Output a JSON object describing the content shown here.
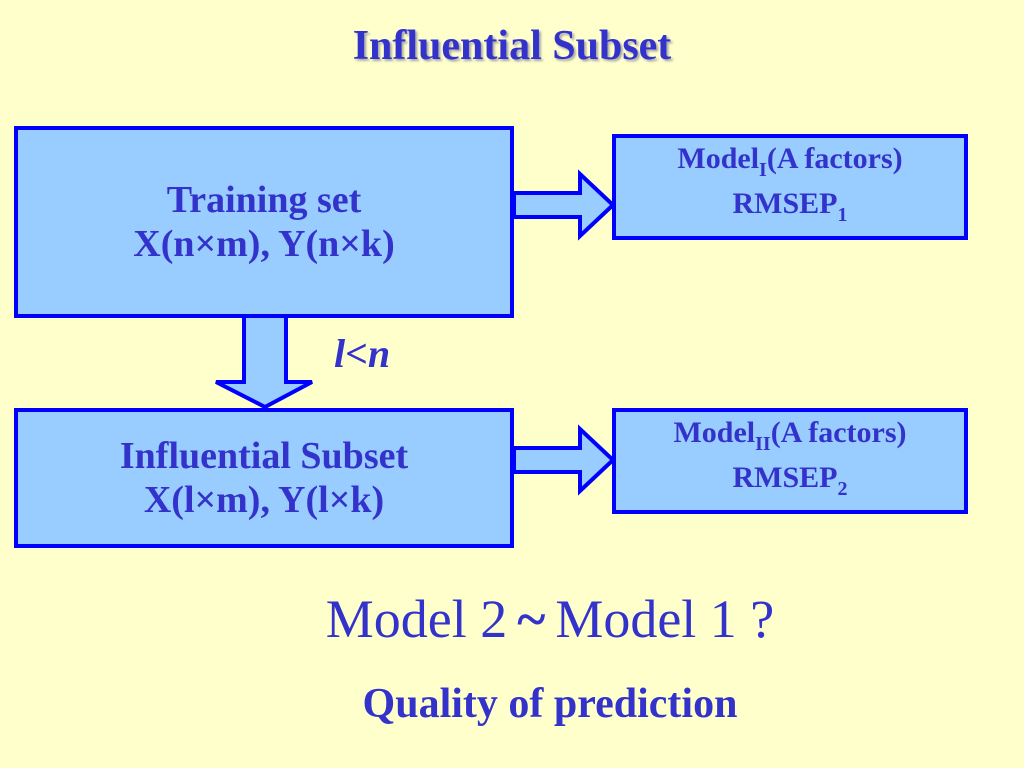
{
  "title": "Influential Subset",
  "training_box": {
    "line1": "Training set",
    "line2": "X(n×m), Y(n×k)"
  },
  "subset_box": {
    "line1": "Influential Subset",
    "line2": "X(l×m), Y(l×k)"
  },
  "model1_box": {
    "name": "Model",
    "sub": "I",
    "factors": "(A factors)",
    "rmsep": "RMSEP",
    "rmsep_sub": "1"
  },
  "model2_box": {
    "name": "Model",
    "sub": "II",
    "factors": "(A factors)",
    "rmsep": "RMSEP",
    "rmsep_sub": "2"
  },
  "condition": {
    "l": "l",
    "lt": "<",
    "n": "n"
  },
  "question": {
    "left": "Model 2",
    "tilde": "~",
    "right": "Model 1 ?"
  },
  "quality": "Quality of prediction",
  "colors": {
    "background": "#FFFFCC",
    "box_fill": "#99CCFF",
    "box_border": "#0000FF",
    "text": "#3333CC"
  }
}
